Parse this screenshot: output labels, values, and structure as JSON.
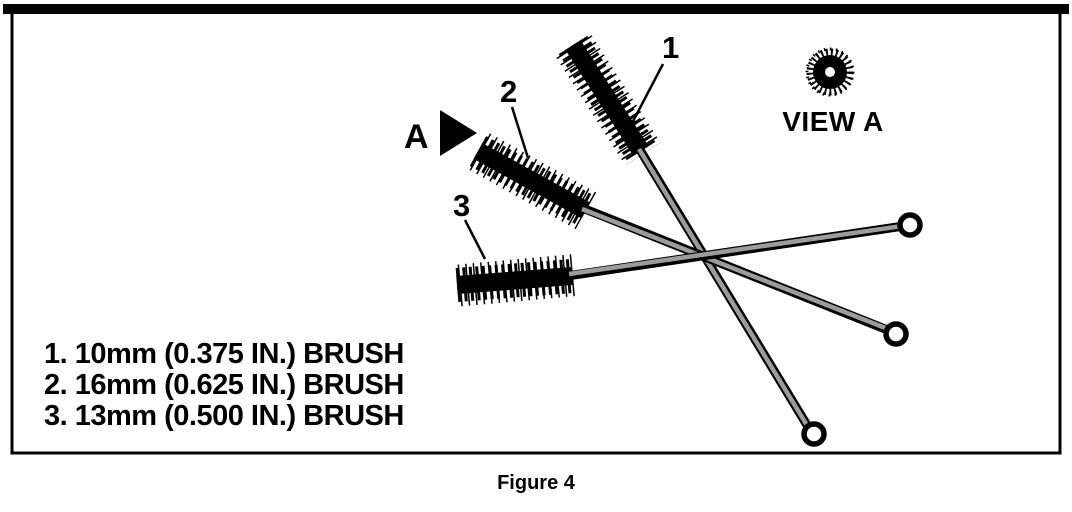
{
  "figure": {
    "caption": "Figure 4",
    "view": {
      "label": "VIEW A"
    },
    "arrow": {
      "label": "A"
    },
    "callouts": {
      "brush1": "1",
      "brush2": "2",
      "brush3": "3"
    },
    "legend": {
      "items": [
        "1. 10mm (0.375 IN.) BRUSH",
        "2. 16mm (0.625 IN.) BRUSH",
        "3. 13mm (0.500 IN.) BRUSH"
      ]
    },
    "colors": {
      "ink": "#000000",
      "rod_fill": "#9c9c9c",
      "background": "#ffffff"
    }
  }
}
